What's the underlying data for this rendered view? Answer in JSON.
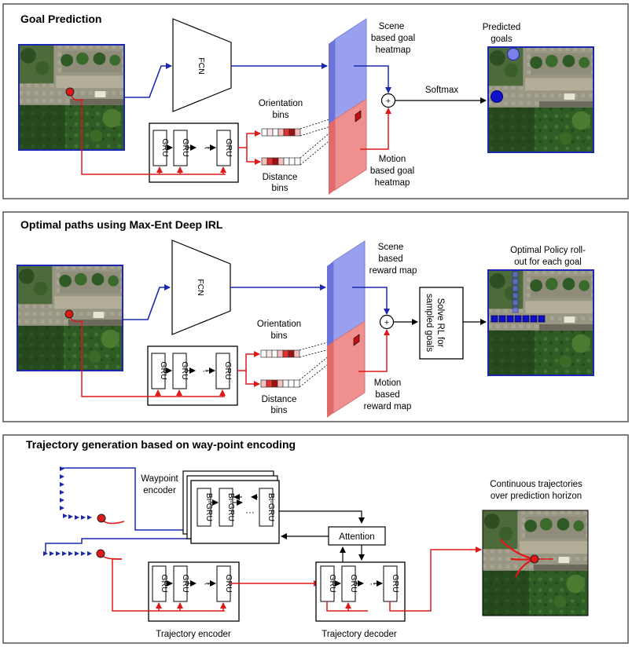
{
  "colors": {
    "blue_arrow": "#1a28b0",
    "red_arrow": "#e01818",
    "scene_map": "#9aa0f0",
    "motion_map": "#ef8f8f",
    "map_frame": "#1a28b0"
  },
  "panel1": {
    "title": "Goal Prediction",
    "fcn": "FCN",
    "gru": "GRU",
    "dots": "···",
    "orientation_bins": [
      "Orientation",
      "bins"
    ],
    "distance_bins": [
      "Distance",
      "bins"
    ],
    "scene_heatmap": [
      "Scene",
      "based goal",
      "heatmap"
    ],
    "motion_heatmap": [
      "Motion",
      "based goal",
      "heatmap"
    ],
    "plus": "+",
    "softmax": "Softmax",
    "predicted_goals": [
      "Predicted",
      "goals"
    ]
  },
  "panel2": {
    "title": "Optimal paths using Max-Ent Deep IRL",
    "fcn": "FCN",
    "gru": "GRU",
    "dots": "···",
    "orientation_bins": [
      "Orientation",
      "bins"
    ],
    "distance_bins": [
      "Distance",
      "bins"
    ],
    "scene_reward": [
      "Scene",
      "based",
      "reward map"
    ],
    "motion_reward": [
      "Motion",
      "based",
      "reward map"
    ],
    "plus": "+",
    "solve_rl": [
      "Solve RL for",
      "sampled goals"
    ],
    "policy_rollout": [
      "Optimal Policy roll-",
      "out for each goal"
    ]
  },
  "panel3": {
    "title": "Trajectory generation based on way-point encoding",
    "waypoint_encoder": [
      "Waypoint",
      "encoder"
    ],
    "bigru": "Bi-GRU",
    "gru": "GRU",
    "dots": "···",
    "attention": "Attention",
    "trajectory_encoder": "Trajectory encoder",
    "trajectory_decoder": "Trajectory decoder",
    "continuous": [
      "Continuous trajectories",
      "over prediction horizon"
    ]
  }
}
